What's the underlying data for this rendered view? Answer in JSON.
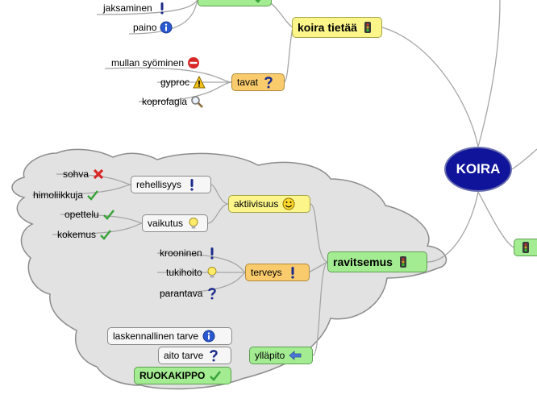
{
  "map": {
    "central": "KOIRA",
    "koira_tietaa": {
      "label": "koira tietää",
      "icon": "traffic-light-icon"
    },
    "partial_top_icon": "check-icon",
    "right_partial_icon": "traffic-light-icon",
    "leaves_top": [
      {
        "label": "jaksaminen",
        "icon": "exclamation-icon"
      },
      {
        "label": "paino",
        "icon": "info-icon"
      }
    ],
    "tavat": {
      "label": "tavat",
      "icon": "question-icon",
      "children": [
        {
          "label": "mullan syöminen",
          "icon": "stop-icon"
        },
        {
          "label": "gyproc",
          "icon": "warning-icon"
        },
        {
          "label": "koprofagia",
          "icon": "magnifier-icon"
        }
      ]
    },
    "ravitsemus": {
      "label": "ravitsemus",
      "icon": "traffic-light-icon"
    },
    "aktiivisuus": {
      "label": "aktiivisuus",
      "icon": "smiley-icon",
      "rehellisyys": {
        "label": "rehellisyys",
        "icon": "exclamation-icon",
        "children": [
          {
            "label": "sohva",
            "icon": "cross-icon"
          },
          {
            "label": "himoliikkuja",
            "icon": "check-icon"
          }
        ]
      },
      "vaikutus": {
        "label": "vaikutus",
        "icon": "lightbulb-icon",
        "children": [
          {
            "label": "opettelu",
            "icon": "check-icon"
          },
          {
            "label": "kokemus",
            "icon": "check-icon"
          }
        ]
      }
    },
    "terveys": {
      "label": "terveys",
      "icon": "exclamation-icon",
      "children": [
        {
          "label": "krooninen",
          "icon": "exclamation-icon"
        },
        {
          "label": "tukihoito",
          "icon": "lightbulb-icon"
        },
        {
          "label": "parantava",
          "icon": "question-icon"
        }
      ]
    },
    "yllapito": {
      "label": "ylläpito",
      "icon": "arrow-left-icon",
      "children": [
        {
          "label": "laskennallinen tarve",
          "icon": "info-icon"
        },
        {
          "label": "aito tarve",
          "icon": "question-icon"
        },
        {
          "label": "RUOKAKIPPO",
          "icon": "check-icon"
        }
      ]
    }
  }
}
